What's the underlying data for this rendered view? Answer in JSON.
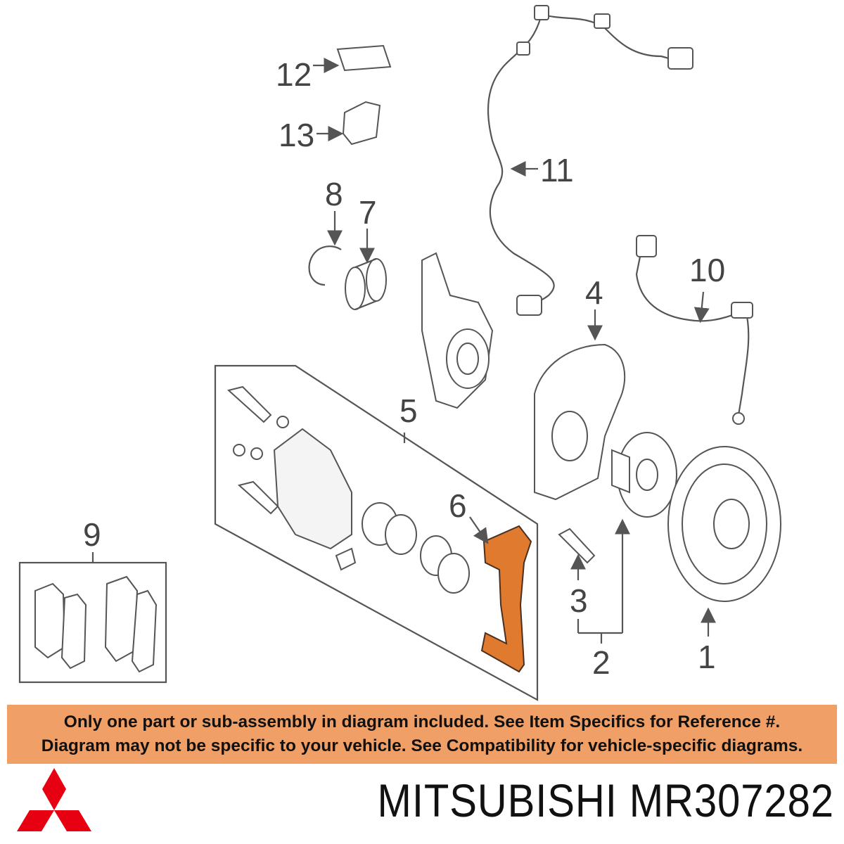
{
  "callouts": {
    "c1": "1",
    "c2": "2",
    "c3": "3",
    "c4": "4",
    "c5": "5",
    "c6": "6",
    "c7": "7",
    "c8": "8",
    "c9": "9",
    "c10": "10",
    "c11": "11",
    "c12": "12",
    "c13": "13"
  },
  "notice": {
    "line1": "Only one part or sub-assembly in diagram included. See Item Specifics for Reference #.",
    "line2": "Diagram may not be specific to your vehicle. See Compatibility for vehicle-specific diagrams."
  },
  "brand": {
    "logo_icon": "three-diamond-logo-icon",
    "brand_name": "MITSUBISHI",
    "part_number": "MR307282"
  },
  "colors": {
    "highlight": "#e07a2e",
    "notice_bg": "#f0a066",
    "logo_red": "#e60012"
  }
}
